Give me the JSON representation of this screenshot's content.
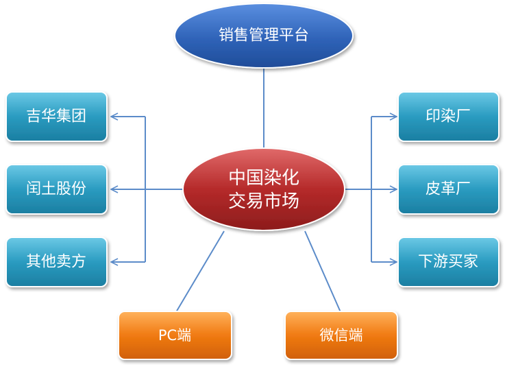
{
  "diagram": {
    "top_node": "销售管理平台",
    "center_node": {
      "line1": "中国染化",
      "line2": "交易市场"
    },
    "left_nodes": [
      "吉华集团",
      "闰土股份",
      "其他卖方"
    ],
    "right_nodes": [
      "印染厂",
      "皮革厂",
      "下游买家"
    ],
    "bottom_nodes": [
      "PC端",
      "微信端"
    ]
  },
  "colors": {
    "ellipse_blue": "#2f63b8",
    "ellipse_red": "#b52a2a",
    "box_teal": "#2a9bc0",
    "box_orange": "#f07a12",
    "connector": "#5b8bc9"
  }
}
